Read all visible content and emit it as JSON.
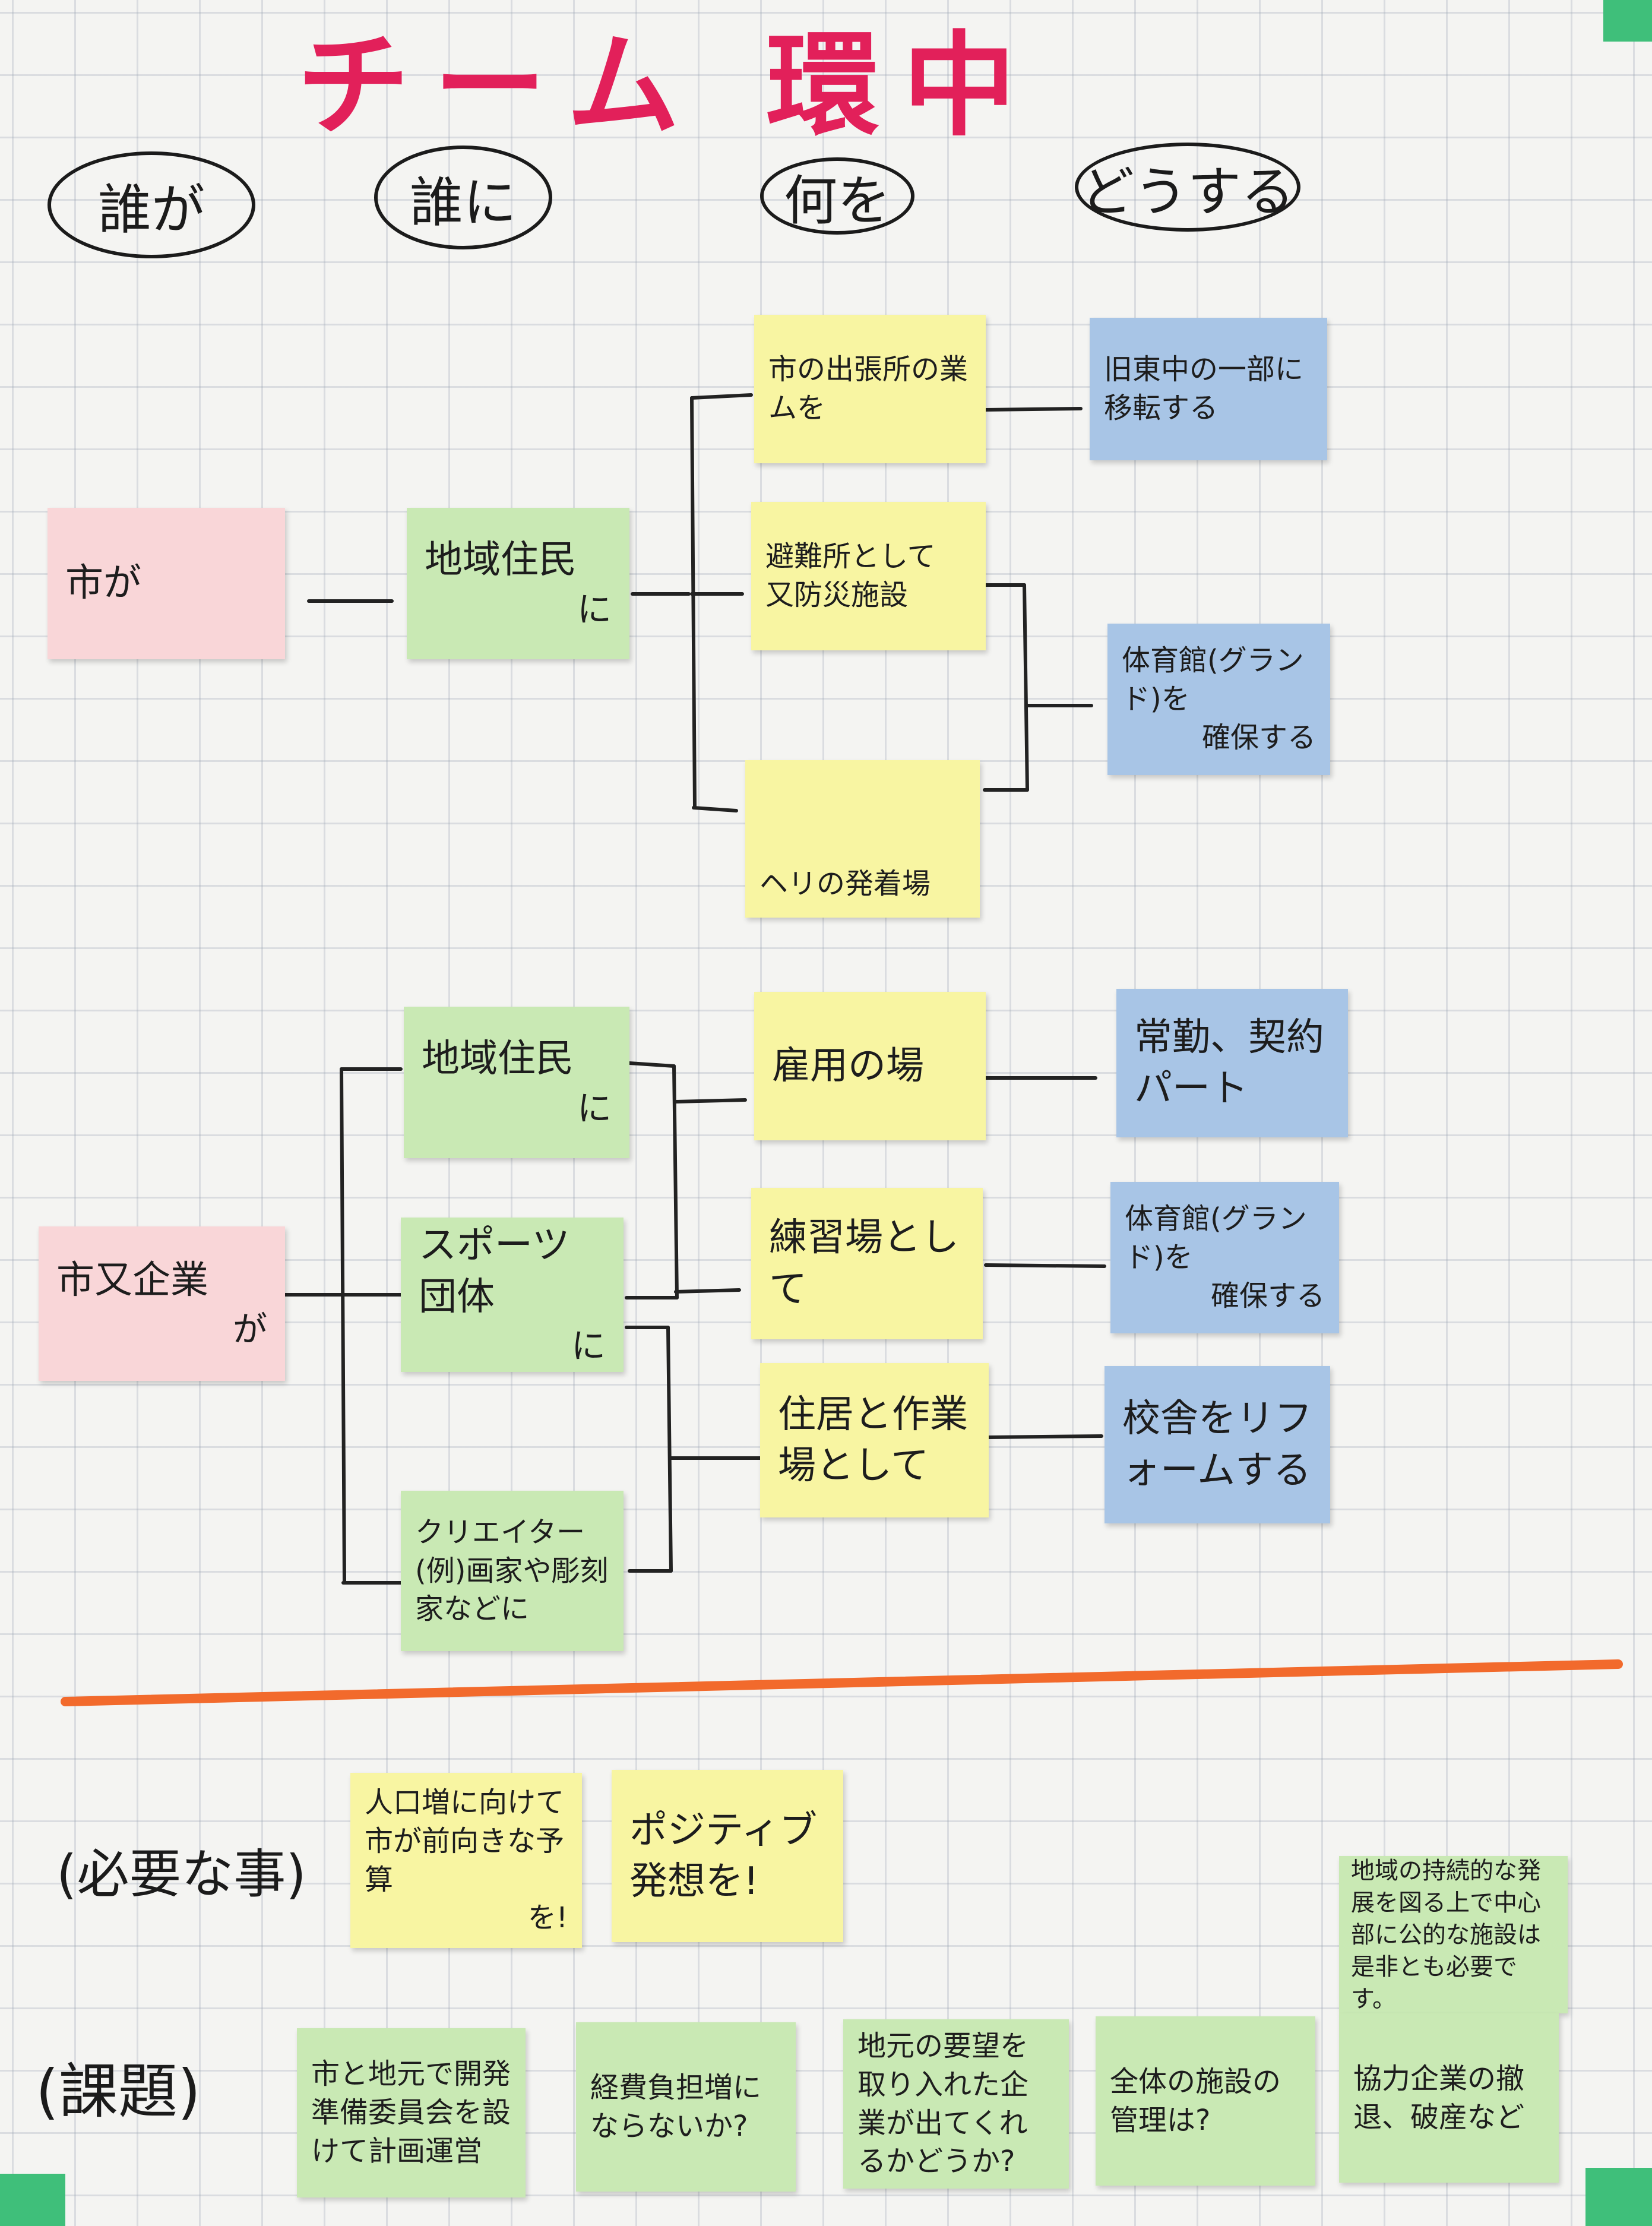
{
  "title": "チーム 環中",
  "headers": {
    "who": "誰が",
    "to_whom": "誰に",
    "what": "何を",
    "how": "どうする"
  },
  "actors": {
    "city": "市が",
    "city_and_company": {
      "main": "市又企業",
      "tail": "が"
    }
  },
  "targets": {
    "residents_1": {
      "main": "地域住民",
      "tail": "に"
    },
    "residents_2": {
      "main": "地域住民",
      "tail": "に"
    },
    "sports_groups": {
      "main": "スポーツ団体",
      "tail": "に"
    },
    "creators": "クリエイター (例)画家や彫刻家などに"
  },
  "things": {
    "branch_office": "市の出張所の業ムを",
    "evacuation": "避難所として 又防災施設",
    "heliport": "ヘリの発着場",
    "employment": "雇用の場",
    "practice": "練習場として",
    "housing": "住居と作業場として"
  },
  "actions": {
    "relocate": "旧東中の一部に移転する",
    "secure_gym_1": {
      "main": "体育館(グランド)を",
      "tail": "確保する"
    },
    "contract": "常勤、契約パート",
    "secure_gym_2": {
      "main": "体育館(グランド)を",
      "tail": "確保する"
    },
    "reform": "校舎をリフォームする"
  },
  "divider_color": "#f26a2c",
  "necessary": {
    "label": "(必要な事)",
    "notes": [
      {
        "main": "人口増に向けて市が前向きな予算",
        "tail": "を!"
      },
      {
        "main": "ポジティブ発想を!"
      },
      {
        "main": "地域の持続的な発展を図る上で中心部に公的な施設は是非とも必要です。"
      }
    ]
  },
  "issues": {
    "label": "(課題)",
    "notes": [
      "市と地元で開発準備委員会を設けて計画運営",
      "経費負担増にならないか?",
      "地元の要望を取り入れた企業が出てくれるかどうか?",
      "全体の施設の管理は?",
      "協力企業の撤退、破産など"
    ]
  }
}
